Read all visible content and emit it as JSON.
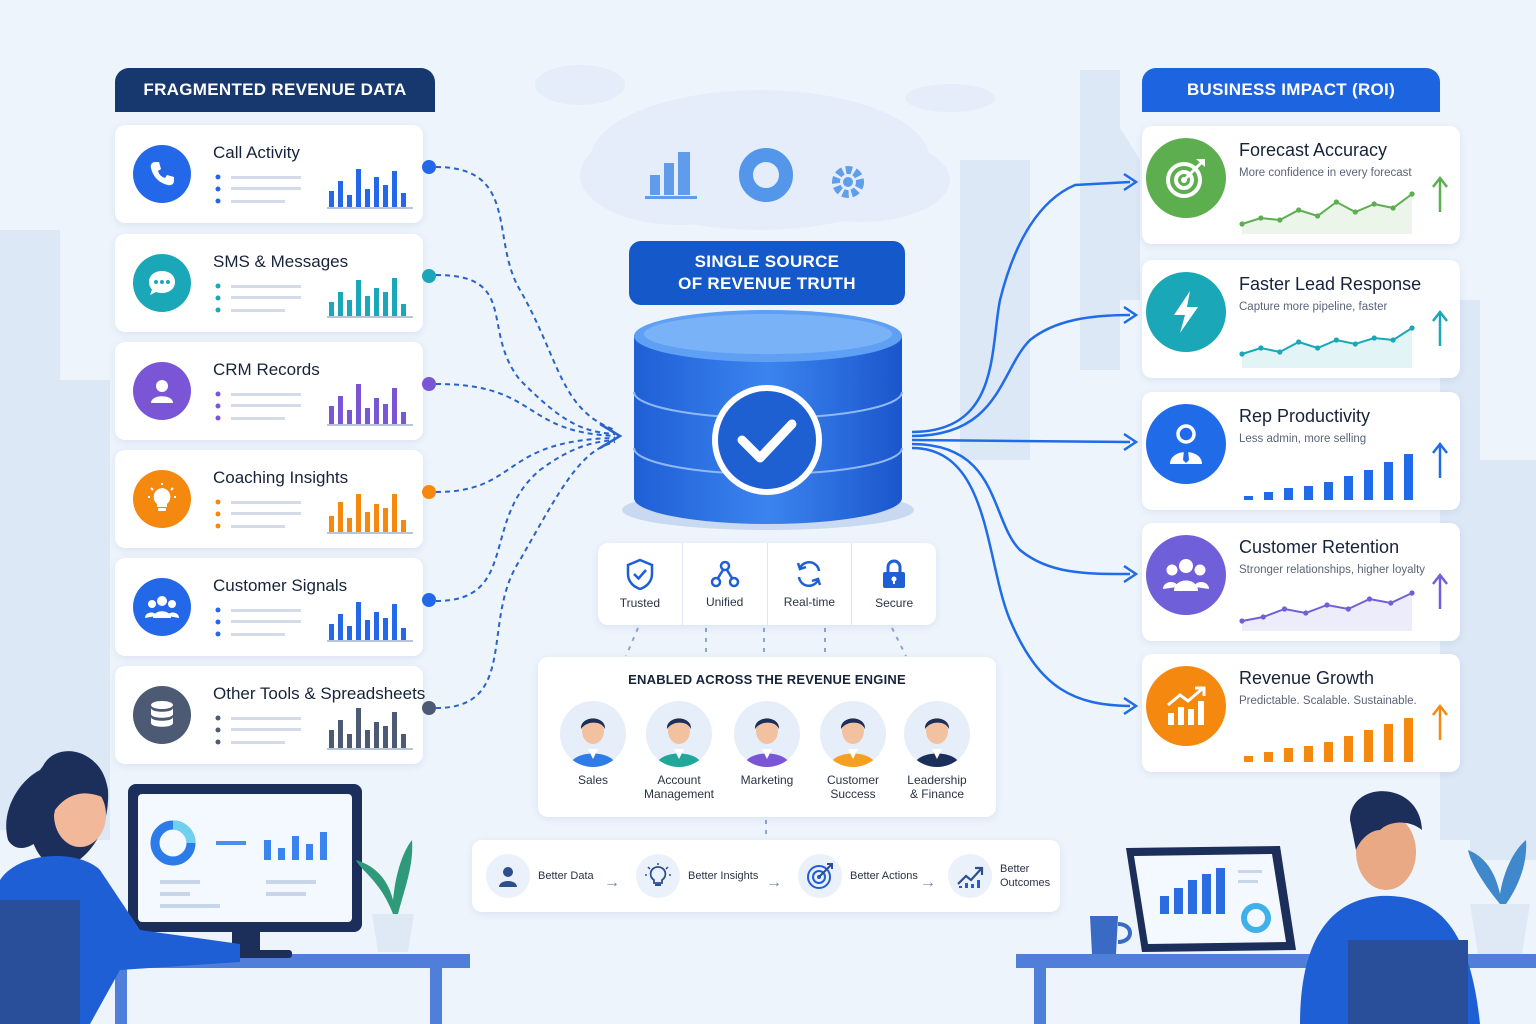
{
  "left_panel": {
    "title": "FRAGMENTED REVENUE DATA",
    "sources": [
      {
        "title": "Call Activity",
        "icon": "phone-icon",
        "color": "#2268e8"
      },
      {
        "title": "SMS & Messages",
        "icon": "chat-bubble-icon",
        "color": "#1aa7b8"
      },
      {
        "title": "CRM Records",
        "icon": "user-icon",
        "color": "#7a56d6"
      },
      {
        "title": "Coaching Insights",
        "icon": "lightbulb-icon",
        "color": "#f5890f"
      },
      {
        "title": "Customer Signals",
        "icon": "users-group-icon",
        "color": "#2268e8"
      },
      {
        "title": "Other Tools & Spreadsheets",
        "icon": "database-icon",
        "color": "#4c5a74"
      }
    ]
  },
  "center": {
    "title_line1": "SINGLE SOURCE",
    "title_line2": "OF REVENUE TRUTH",
    "properties": [
      {
        "label": "Trusted",
        "icon": "shield-check-icon"
      },
      {
        "label": "Unified",
        "icon": "nodes-icon"
      },
      {
        "label": "Real-time",
        "icon": "refresh-icon"
      },
      {
        "label": "Secure",
        "icon": "lock-icon"
      }
    ],
    "engine_title": "ENABLED ACROSS THE REVENUE ENGINE",
    "roles": [
      {
        "label": "Sales"
      },
      {
        "label": "Account\nManagement"
      },
      {
        "label": "Marketing"
      },
      {
        "label": "Customer\nSuccess"
      },
      {
        "label": "Leadership\n& Finance"
      }
    ],
    "flow": [
      {
        "label": "Better Data",
        "icon": "person-icon"
      },
      {
        "label": "Better Insights",
        "icon": "lightbulb-icon"
      },
      {
        "label": "Better Actions",
        "icon": "target-icon"
      },
      {
        "label": "Better\nOutcomes",
        "icon": "trend-up-icon"
      }
    ]
  },
  "right_panel": {
    "title": "BUSINESS IMPACT (ROI)",
    "impacts": [
      {
        "title": "Forecast Accuracy",
        "subtitle": "More confidence in every forecast",
        "icon": "target-icon",
        "color": "#5cae4f",
        "chart": "line"
      },
      {
        "title": "Faster Lead Response",
        "subtitle": "Capture more pipeline, faster",
        "icon": "lightning-icon",
        "color": "#1aa7b8",
        "chart": "line"
      },
      {
        "title": "Rep Productivity",
        "subtitle": "Less admin, more selling",
        "icon": "rep-icon",
        "color": "#1f6be8",
        "chart": "bar"
      },
      {
        "title": "Customer Retention",
        "subtitle": "Stronger relationships, higher loyalty",
        "icon": "users-group-icon",
        "color": "#6f5fd8",
        "chart": "line"
      },
      {
        "title": "Revenue Growth",
        "subtitle": "Predictable. Scalable. Sustainable.",
        "icon": "growth-chart-icon",
        "color": "#f5890f",
        "chart": "bar"
      }
    ]
  },
  "colors": {
    "primary": "#1f6be8",
    "navy": "#17386e",
    "background": "#eef4fc"
  }
}
